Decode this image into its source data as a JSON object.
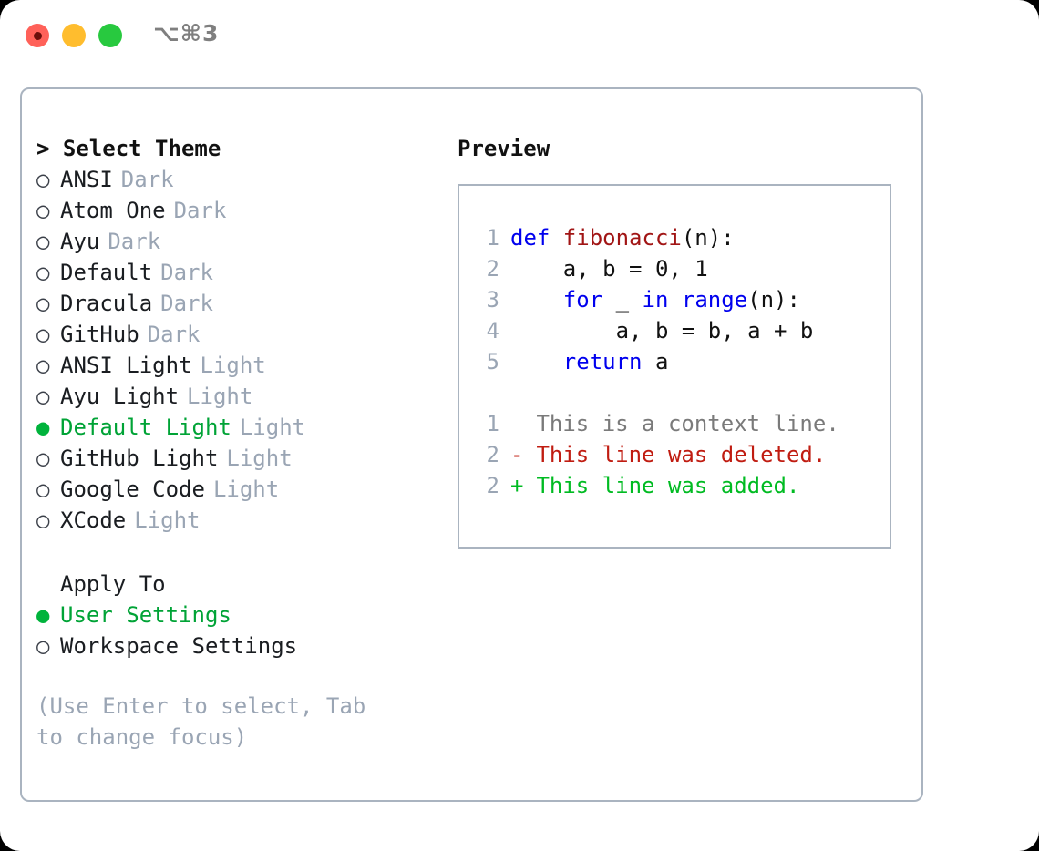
{
  "titlebar": {
    "traffic_lights": [
      {
        "name": "close",
        "color": "#ff6159"
      },
      {
        "name": "minimize",
        "color": "#ffbd2e"
      },
      {
        "name": "zoom",
        "color": "#28c93f"
      }
    ],
    "shortcut": "⌥⌘3"
  },
  "theme_picker": {
    "header": "> Select Theme",
    "items": [
      {
        "bullet": "○",
        "label": "ANSI",
        "suffix": "Dark",
        "selected": false
      },
      {
        "bullet": "○",
        "label": "Atom One",
        "suffix": "Dark",
        "selected": false
      },
      {
        "bullet": "○",
        "label": "Ayu",
        "suffix": "Dark",
        "selected": false
      },
      {
        "bullet": "○",
        "label": "Default",
        "suffix": "Dark",
        "selected": false
      },
      {
        "bullet": "○",
        "label": "Dracula",
        "suffix": "Dark",
        "selected": false
      },
      {
        "bullet": "○",
        "label": "GitHub",
        "suffix": "Dark",
        "selected": false
      },
      {
        "bullet": "○",
        "label": "ANSI Light",
        "suffix": "Light",
        "selected": false
      },
      {
        "bullet": "○",
        "label": "Ayu Light",
        "suffix": "Light",
        "selected": false
      },
      {
        "bullet": "●",
        "label": "Default Light",
        "suffix": "Light",
        "selected": true
      },
      {
        "bullet": "○",
        "label": "GitHub Light",
        "suffix": "Light",
        "selected": false
      },
      {
        "bullet": "○",
        "label": "Google Code",
        "suffix": "Light",
        "selected": false
      },
      {
        "bullet": "○",
        "label": "XCode",
        "suffix": "Light",
        "selected": false
      }
    ]
  },
  "apply_to": {
    "header": "Apply To",
    "items": [
      {
        "bullet": "●",
        "label": "User Settings",
        "selected": true
      },
      {
        "bullet": "○",
        "label": "Workspace Settings",
        "selected": false
      }
    ]
  },
  "hint": "(Use Enter to select, Tab to change focus)",
  "preview": {
    "title": "Preview",
    "code_lines": [
      {
        "no": "1",
        "tokens": [
          {
            "t": "def ",
            "c": "kw"
          },
          {
            "t": "fibonacci",
            "c": "fn"
          },
          {
            "t": "(n):",
            "c": "pl"
          }
        ]
      },
      {
        "no": "2",
        "tokens": [
          {
            "t": "    a, b = 0, 1",
            "c": "pl"
          }
        ]
      },
      {
        "no": "3",
        "tokens": [
          {
            "t": "    ",
            "c": "pl"
          },
          {
            "t": "for",
            "c": "kw"
          },
          {
            "t": " _ ",
            "c": "pl"
          },
          {
            "t": "in",
            "c": "kw"
          },
          {
            "t": " ",
            "c": "pl"
          },
          {
            "t": "range",
            "c": "bi"
          },
          {
            "t": "(n):",
            "c": "pl"
          }
        ]
      },
      {
        "no": "4",
        "tokens": [
          {
            "t": "        a, b = b, a + b",
            "c": "pl"
          }
        ]
      },
      {
        "no": "5",
        "tokens": [
          {
            "t": "    ",
            "c": "pl"
          },
          {
            "t": "return",
            "c": "kw"
          },
          {
            "t": " a",
            "c": "pl"
          }
        ]
      }
    ],
    "diff_lines": [
      {
        "no": "1",
        "marker": " ",
        "text": "This is a context line.",
        "kind": "context"
      },
      {
        "no": "2",
        "marker": "-",
        "text": "This line was deleted.",
        "kind": "deleted"
      },
      {
        "no": "2",
        "marker": "+",
        "text": "This line was added.",
        "kind": "added"
      }
    ]
  },
  "colors": {
    "selected_green": "#00a336",
    "muted": "#9aa5b4",
    "keyword": "#0000ee",
    "function": "#a11515",
    "diff_added": "#00bb22",
    "diff_deleted": "#c01c11",
    "border": "#aab4c0"
  }
}
